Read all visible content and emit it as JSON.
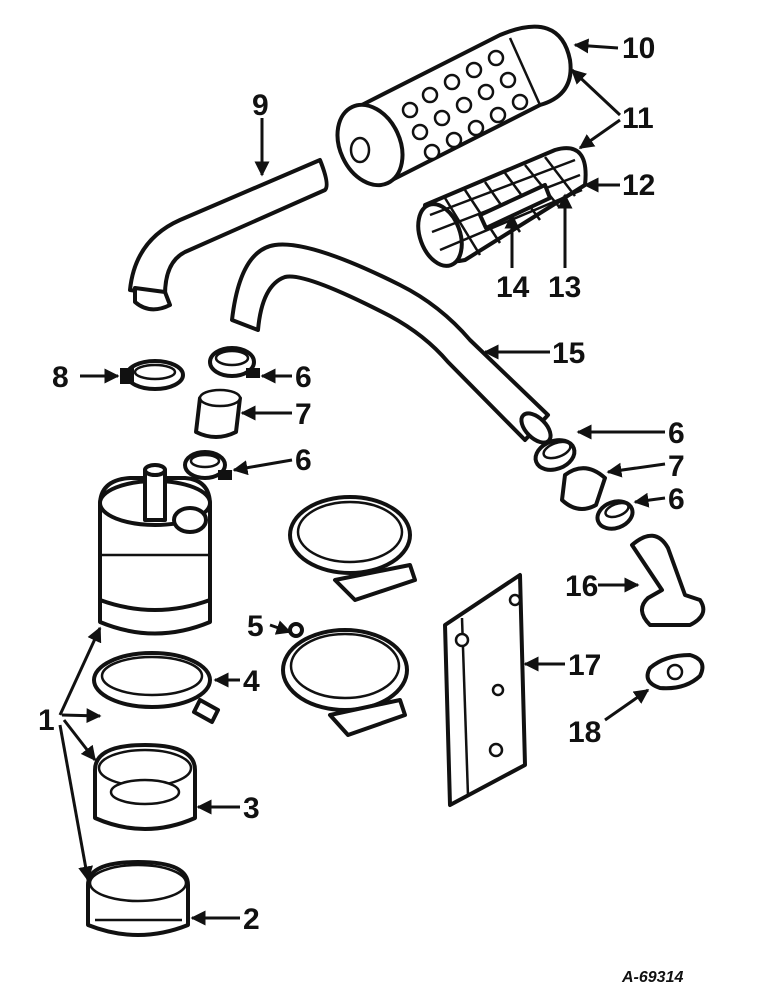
{
  "diagram": {
    "figure_code": "A-69314",
    "callouts": [
      {
        "id": "callout-1",
        "text": "1"
      },
      {
        "id": "callout-2",
        "text": "2"
      },
      {
        "id": "callout-3",
        "text": "3"
      },
      {
        "id": "callout-4",
        "text": "4"
      },
      {
        "id": "callout-5",
        "text": "5"
      },
      {
        "id": "callout-6a",
        "text": "6"
      },
      {
        "id": "callout-6b",
        "text": "6"
      },
      {
        "id": "callout-6c",
        "text": "6"
      },
      {
        "id": "callout-6d",
        "text": "6"
      },
      {
        "id": "callout-7a",
        "text": "7"
      },
      {
        "id": "callout-7b",
        "text": "7"
      },
      {
        "id": "callout-8",
        "text": "8"
      },
      {
        "id": "callout-9",
        "text": "9"
      },
      {
        "id": "callout-10",
        "text": "10"
      },
      {
        "id": "callout-11",
        "text": "11"
      },
      {
        "id": "callout-12",
        "text": "12"
      },
      {
        "id": "callout-13",
        "text": "13"
      },
      {
        "id": "callout-14",
        "text": "14"
      },
      {
        "id": "callout-15",
        "text": "15"
      },
      {
        "id": "callout-16",
        "text": "16"
      },
      {
        "id": "callout-17",
        "text": "17"
      },
      {
        "id": "callout-18",
        "text": "18"
      }
    ]
  }
}
